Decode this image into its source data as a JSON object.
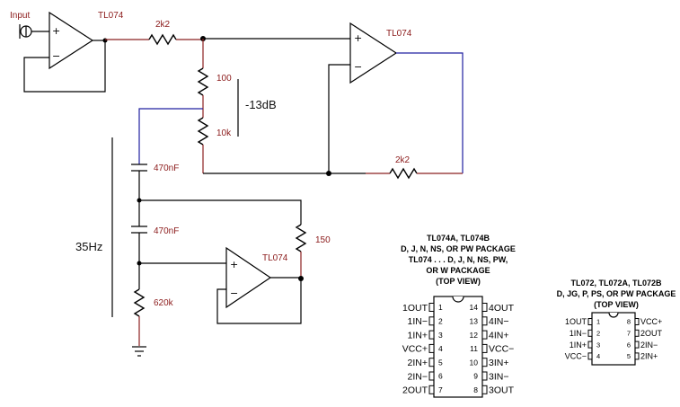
{
  "circuit": {
    "input_label": "Input",
    "opamp_label": "TL074",
    "r_input": "2k2",
    "r_feedback": "2k2",
    "r_100": "100",
    "r_10k": "10k",
    "attenuation": "-13dB",
    "c1": "470nF",
    "c2": "470nF",
    "r_150": "150",
    "r_620k": "620k",
    "freq": "35Hz",
    "plus": "+",
    "minus": "−"
  },
  "pkg14": {
    "header": [
      "TL074A, TL074B",
      "D, J, N, NS, OR PW PACKAGE",
      "TL074 . . . D, J, N, NS, PW,",
      "OR W PACKAGE",
      "(TOP VIEW)"
    ],
    "left": [
      {
        "name": "1OUT",
        "num": "1"
      },
      {
        "name": "1IN−",
        "num": "2"
      },
      {
        "name": "1IN+",
        "num": "3"
      },
      {
        "name": "VCC+",
        "num": "4"
      },
      {
        "name": "2IN+",
        "num": "5"
      },
      {
        "name": "2IN−",
        "num": "6"
      },
      {
        "name": "2OUT",
        "num": "7"
      }
    ],
    "right": [
      {
        "name": "4OUT",
        "num": "14"
      },
      {
        "name": "4IN−",
        "num": "13"
      },
      {
        "name": "4IN+",
        "num": "12"
      },
      {
        "name": "VCC−",
        "num": "11"
      },
      {
        "name": "3IN+",
        "num": "10"
      },
      {
        "name": "3IN−",
        "num": "9"
      },
      {
        "name": "3OUT",
        "num": "8"
      }
    ]
  },
  "pkg8": {
    "header": [
      "TL072, TL072A, TL072B",
      "D, JG, P, PS, OR PW PACKAGE",
      "(TOP VIEW)"
    ],
    "left": [
      {
        "name": "1OUT",
        "num": "1"
      },
      {
        "name": "1IN−",
        "num": "2"
      },
      {
        "name": "1IN+",
        "num": "3"
      },
      {
        "name": "VCC−",
        "num": "4"
      }
    ],
    "right": [
      {
        "name": "VCC+",
        "num": "8"
      },
      {
        "name": "2OUT",
        "num": "7"
      },
      {
        "name": "2IN−",
        "num": "6"
      },
      {
        "name": "2IN+",
        "num": "5"
      }
    ]
  }
}
